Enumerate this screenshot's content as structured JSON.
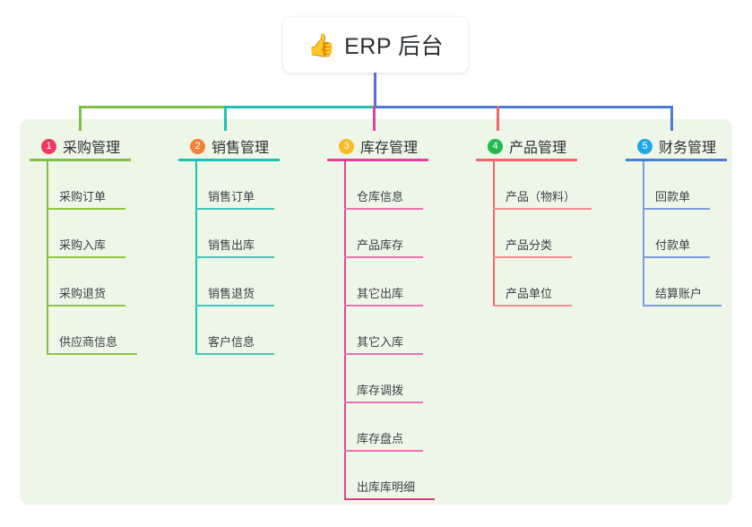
{
  "root": {
    "icon": "thumbs-up-emoji",
    "emoji": "👍",
    "title": "ERP 后台"
  },
  "colors": {
    "canvas_bg": "#eef7e7",
    "root_stem": "#5b6fd0",
    "branch1": "#7cc24a",
    "branch2": "#1dc2b4",
    "branch3": "#e83e9c",
    "branch4": "#f4656a",
    "branch5": "#4a7bd6",
    "badge1": "#f2365c",
    "badge2": "#f08237",
    "badge3": "#f6bb26",
    "badge4": "#21bb52",
    "badge5": "#20a7e8"
  },
  "branches": [
    {
      "number": "1",
      "label": "采购管理",
      "color": "#7cc24a",
      "badge_color": "#f2365c",
      "items": [
        {
          "label": "采购订单"
        },
        {
          "label": "采购入库"
        },
        {
          "label": "采购退货"
        },
        {
          "label": "供应商信息"
        }
      ]
    },
    {
      "number": "2",
      "label": "销售管理",
      "color": "#1dc2b4",
      "badge_color": "#f08237",
      "items": [
        {
          "label": "销售订单"
        },
        {
          "label": "销售出库"
        },
        {
          "label": "销售退货"
        },
        {
          "label": "客户信息"
        }
      ]
    },
    {
      "number": "3",
      "label": "库存管理",
      "color": "#e83e9c",
      "badge_color": "#f6bb26",
      "items": [
        {
          "label": "仓库信息"
        },
        {
          "label": "产品库存"
        },
        {
          "label": "其它出库"
        },
        {
          "label": "其它入库"
        },
        {
          "label": "库存调拨"
        },
        {
          "label": "库存盘点"
        },
        {
          "label": "出库库明细"
        }
      ]
    },
    {
      "number": "4",
      "label": "产品管理",
      "color": "#f4656a",
      "badge_color": "#21bb52",
      "items": [
        {
          "label": "产品（物料）"
        },
        {
          "label": "产品分类"
        },
        {
          "label": "产品单位"
        }
      ]
    },
    {
      "number": "5",
      "label": "财务管理",
      "color": "#4a7bd6",
      "badge_color": "#20a7e8",
      "items": [
        {
          "label": "回款单"
        },
        {
          "label": "付款单"
        },
        {
          "label": "结算账户"
        }
      ]
    }
  ]
}
